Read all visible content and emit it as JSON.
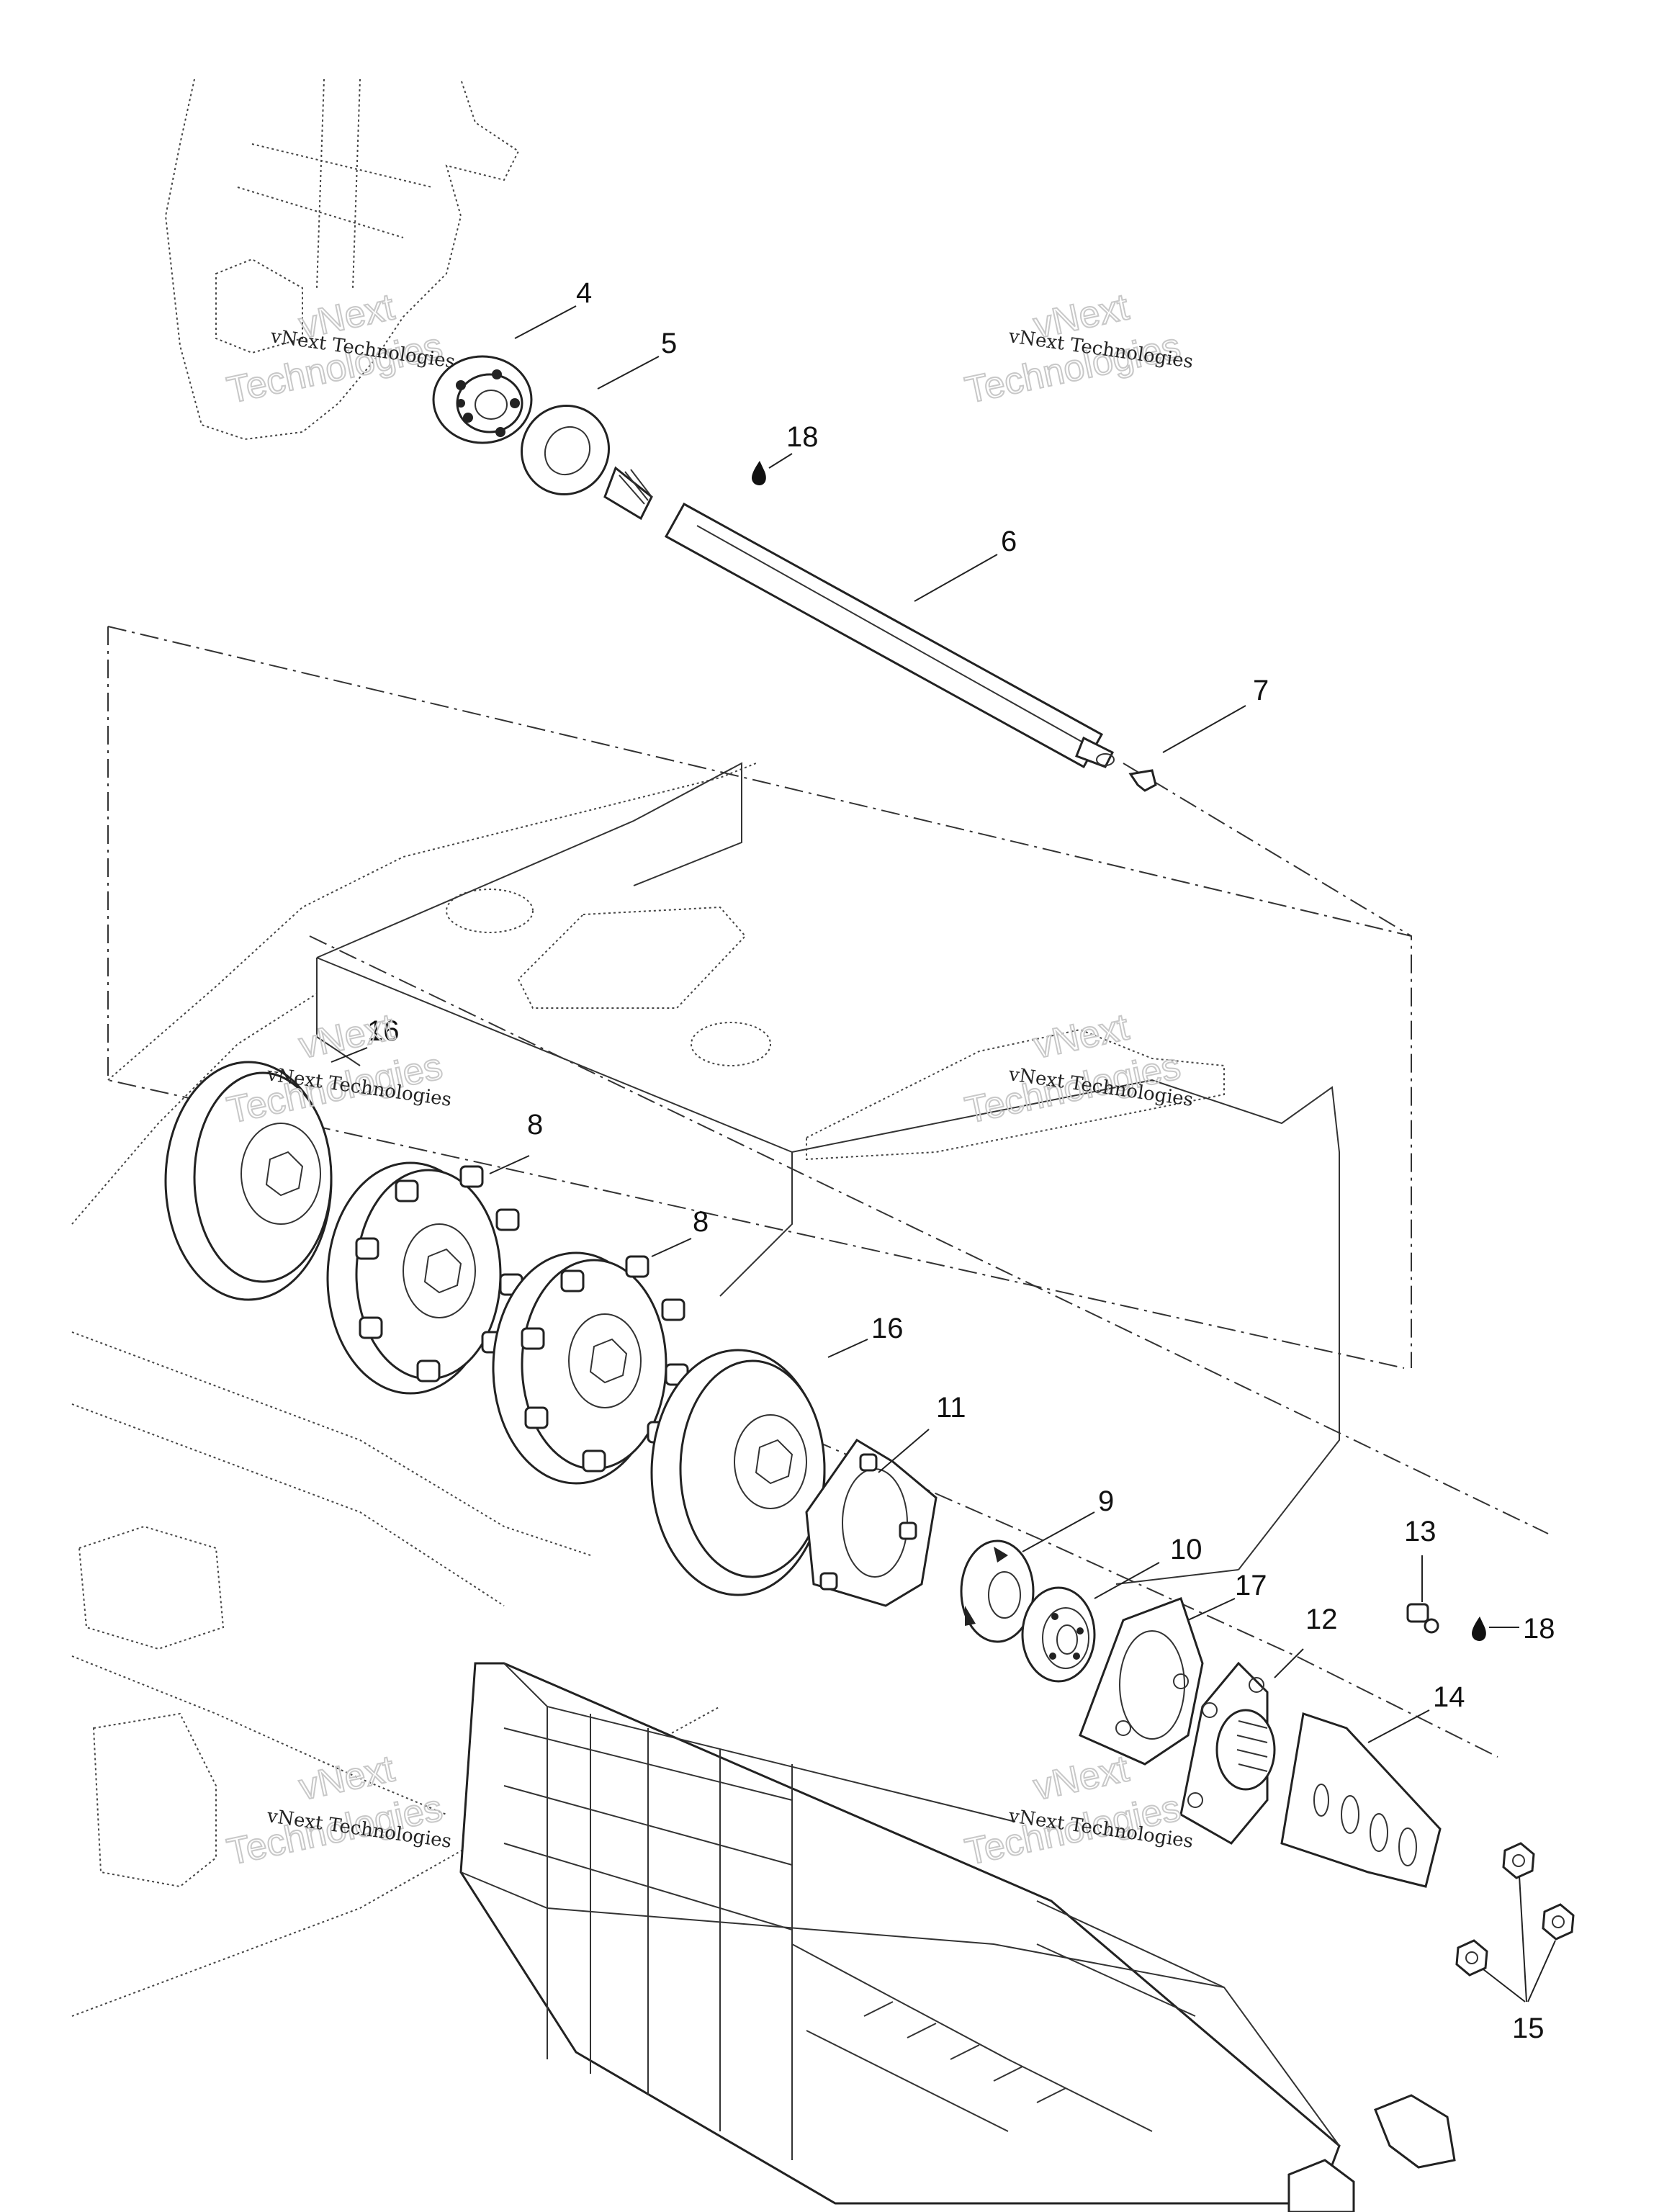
{
  "callouts": {
    "c4": "4",
    "c5": "5",
    "c18a": "18",
    "c6": "6",
    "c7": "7",
    "c16a": "16",
    "c8a": "8",
    "c8b": "8",
    "c16b": "16",
    "c11": "11",
    "c9": "9",
    "c10": "10",
    "c17": "17",
    "c12": "12",
    "c13": "13",
    "c18b": "18",
    "c14": "14",
    "c15": "15"
  },
  "watermark": {
    "line1": "vNext Technologies",
    "big_top": "vNext",
    "big_bottom": "Technologies"
  }
}
